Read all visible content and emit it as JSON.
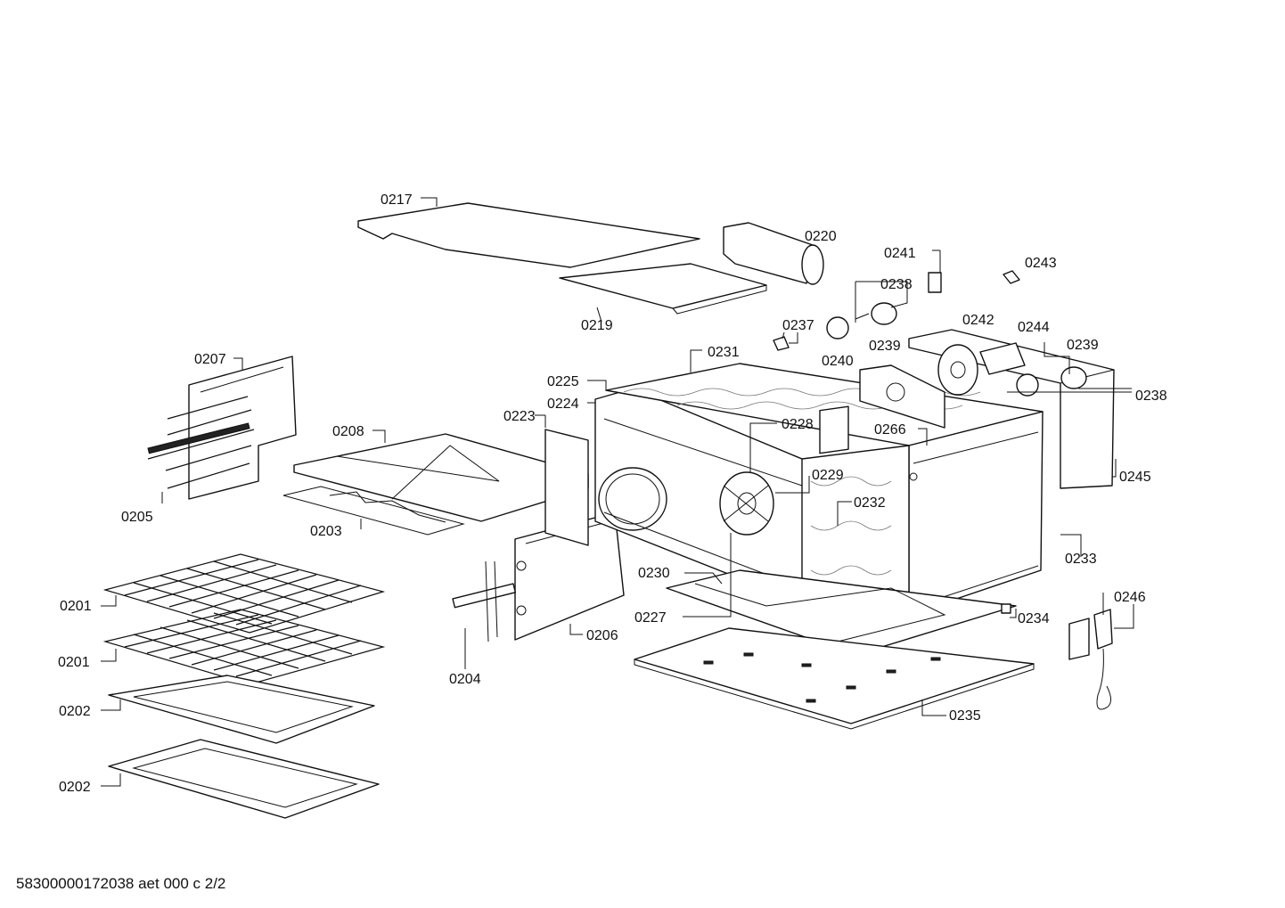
{
  "document_id": "58300000172038 aet 000 c 2/2",
  "part_labels": {
    "p0201": "0201",
    "p0202": "0202",
    "p0203": "0203",
    "p0204": "0204",
    "p0205": "0205",
    "p0206": "0206",
    "p0207": "0207",
    "p0208": "0208",
    "p0217": "0217",
    "p0219": "0219",
    "p0220": "0220",
    "p0223": "0223",
    "p0224": "0224",
    "p0225": "0225",
    "p0227": "0227",
    "p0228": "0228",
    "p0229": "0229",
    "p0230": "0230",
    "p0231": "0231",
    "p0232": "0232",
    "p0233": "0233",
    "p0234": "0234",
    "p0235": "0235",
    "p0237": "0237",
    "p0238": "0238",
    "p0239": "0239",
    "p0240": "0240",
    "p0241": "0241",
    "p0242": "0242",
    "p0243": "0243",
    "p0244": "0244",
    "p0245": "0245",
    "p0246": "0246",
    "p0266": "0266"
  }
}
